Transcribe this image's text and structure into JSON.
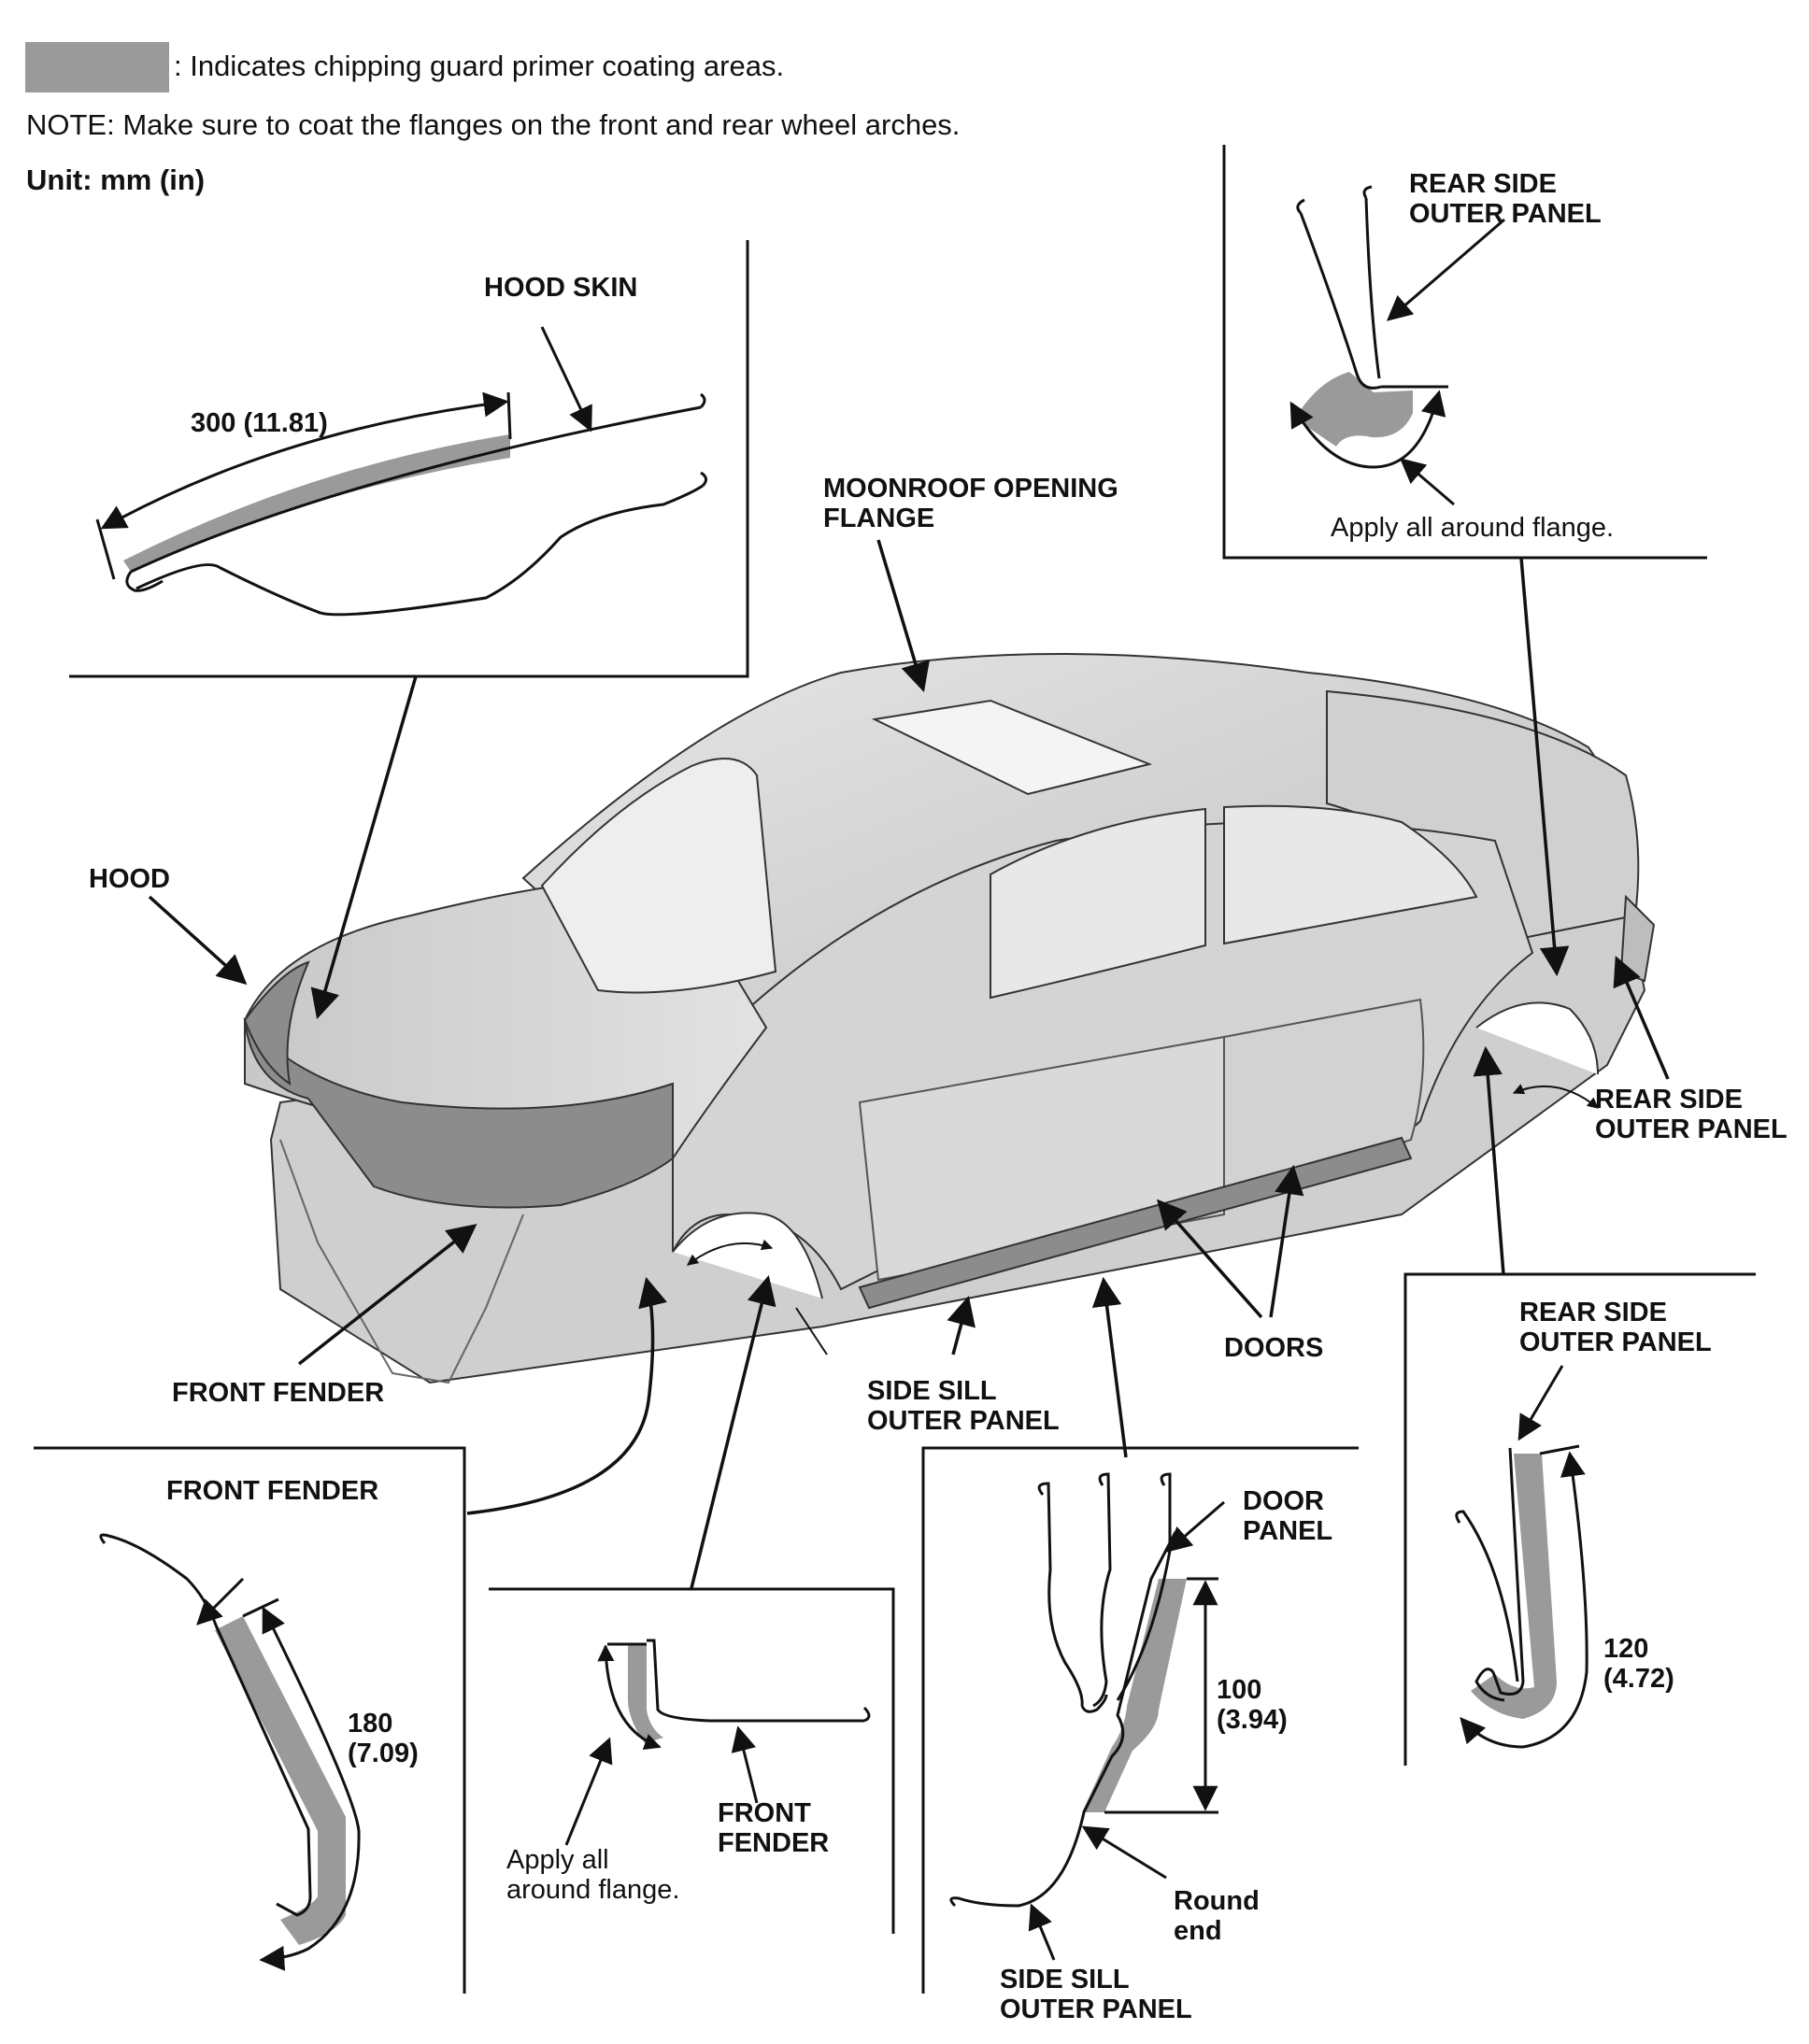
{
  "colors": {
    "coating": "#9a9a9a",
    "body_light": "#d9d9d9",
    "body_mid": "#bfbfbf",
    "body_dark": "#8c8c8c",
    "line": "#111111"
  },
  "legend": {
    "text": ": Indicates chipping guard primer coating areas."
  },
  "note": "NOTE: Make sure to coat the flanges on the front and rear wheel arches.",
  "unit": "Unit: mm (in)",
  "hood_detail": {
    "label": "HOOD SKIN",
    "dimension": "300 (11.81)"
  },
  "rear_top_detail": {
    "label_line1": "REAR SIDE",
    "label_line2": "OUTER PANEL",
    "caption": "Apply all around flange."
  },
  "main": {
    "moonroof_line1": "MOONROOF OPENING",
    "moonroof_line2": "FLANGE",
    "hood": "HOOD",
    "rear_side_line1": "REAR SIDE",
    "rear_side_line2": "OUTER PANEL",
    "front_fender": "FRONT FENDER",
    "side_sill_line1": "SIDE SILL",
    "side_sill_line2": "OUTER PANEL",
    "doors": "DOORS"
  },
  "front_fender_detail": {
    "label": "FRONT FENDER",
    "dim_line1": "180",
    "dim_line2": "(7.09)"
  },
  "fender_flange_detail": {
    "caption_line1": "Apply all",
    "caption_line2": "around flange.",
    "label_line1": "FRONT",
    "label_line2": "FENDER"
  },
  "sill_detail": {
    "door_line1": "DOOR",
    "door_line2": "PANEL",
    "dim_line1": "100",
    "dim_line2": "(3.94)",
    "round_line1": "Round",
    "round_line2": "end",
    "sill_line1": "SIDE SILL",
    "sill_line2": "OUTER PANEL"
  },
  "rear_bottom_detail": {
    "label_line1": "REAR SIDE",
    "label_line2": "OUTER PANEL",
    "dim_line1": "120",
    "dim_line2": "(4.72)"
  }
}
